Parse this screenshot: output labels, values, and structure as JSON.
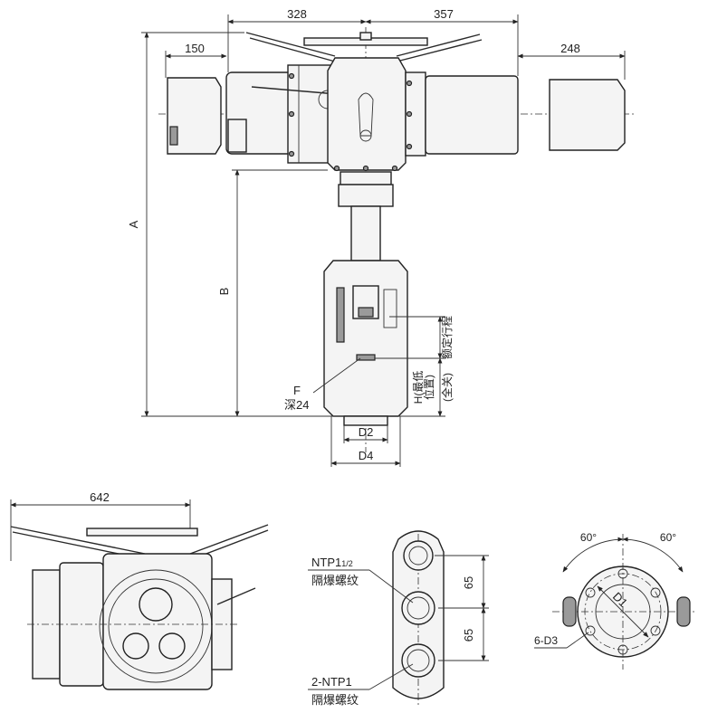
{
  "front_view": {
    "dim_top_left": "328",
    "dim_top_right": "357",
    "dim_left": "150",
    "dim_right": "248",
    "label_a": "A",
    "label_b": "B",
    "label_f": "F",
    "label_depth": "深24",
    "label_d2": "D2",
    "label_d4": "D4",
    "label_stroke": "额定行程",
    "label_h_line1": "H(最低",
    "label_h_line2": "位置)",
    "label_h_line3": "(全关)"
  },
  "side_view": {
    "dim_width": "642"
  },
  "conduit_view": {
    "label_ntp_main": "NTP1",
    "label_ntp_sub": "1/2",
    "label_thread1": "隔爆螺纹",
    "label_ntp2": "2-NTP1",
    "label_thread2": "隔爆螺纹",
    "dim_upper": "65",
    "dim_lower": "65"
  },
  "flange_view": {
    "angle_left": "60°",
    "angle_right": "60°",
    "label_d1": "D1",
    "label_holes": "6-D3"
  }
}
